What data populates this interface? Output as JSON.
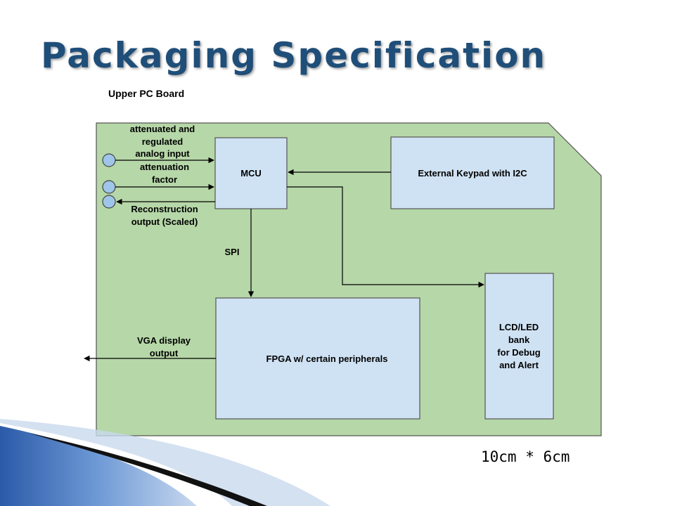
{
  "slide": {
    "title": "Packaging Specification",
    "board_caption": "Upper PC Board",
    "dimensions": "10cm * 6cm"
  },
  "diagram": {
    "blocks": {
      "mcu": "MCU",
      "keypad": "External Keypad with I2C",
      "fpga": "FPGA w/ certain peripherals",
      "lcd": [
        "LCD/LED",
        "bank",
        "for Debug",
        "and Alert"
      ]
    },
    "edge_labels": {
      "analog_input": [
        "attenuated and",
        "regulated",
        "analog input"
      ],
      "attenuation": [
        "attenuation",
        "factor"
      ],
      "reconstruction": [
        "Reconstruction",
        "output (Scaled)"
      ],
      "spi": "SPI",
      "vga": [
        "VGA display",
        "output"
      ]
    }
  },
  "colors": {
    "title": "#1f4e79",
    "board_fill": "#b6d7a8",
    "block_fill": "#cfe2f3",
    "connector_fill": "#9fc5e8",
    "accent_blue": "#3d6db5"
  }
}
